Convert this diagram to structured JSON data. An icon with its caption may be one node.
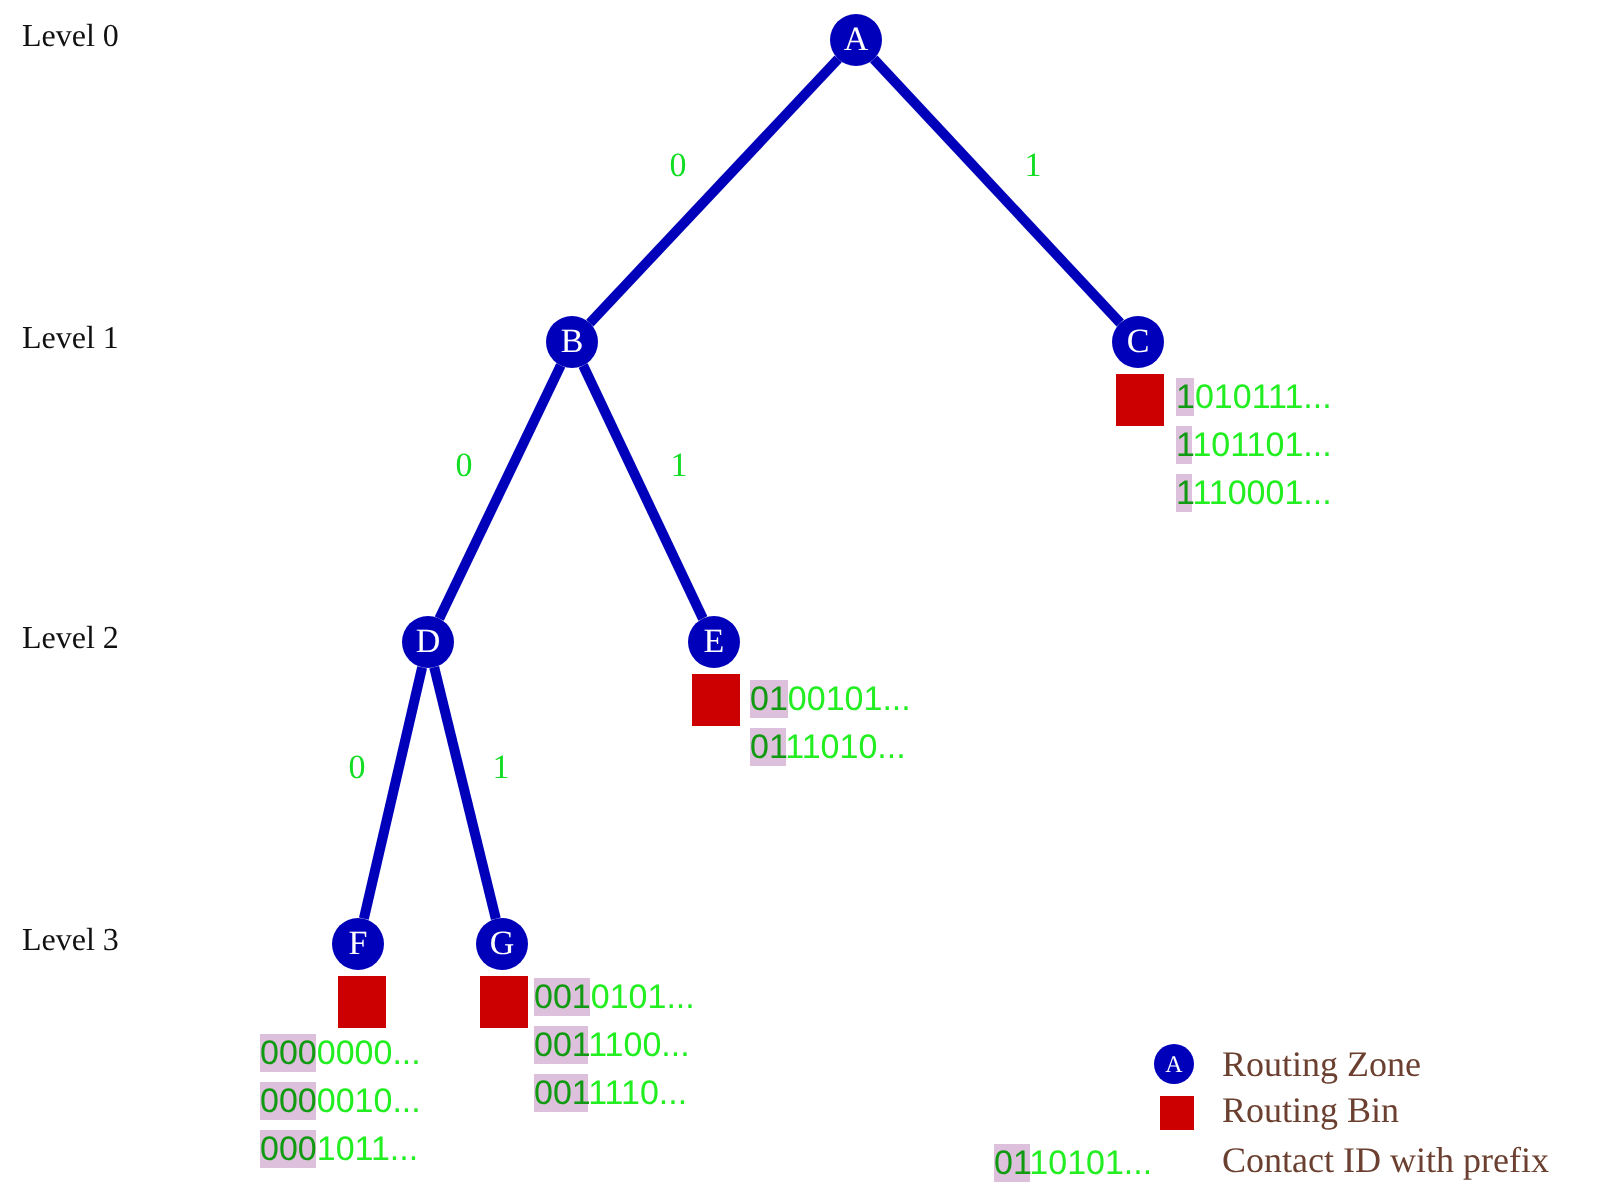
{
  "diagram": {
    "nodes": [
      {
        "text": [
          "A"
        ]
      },
      {
        "text": [
          "B"
        ]
      },
      {
        "text": [
          "C"
        ]
      },
      {
        "text": [],
        "shape": "box",
        "beside": [
          "**1**010111...",
          "**1**101101...",
          "**1**110001..."
        ]
      },
      {
        "text": [
          "D"
        ]
      },
      {
        "text": [
          "E"
        ]
      },
      {
        "text": [],
        "shape": "box",
        "beside": [
          "**01**00101...",
          "**01**11010..."
        ]
      },
      {
        "text": [
          "F"
        ]
      },
      {
        "text": [
          "G"
        ]
      },
      {
        "text": [],
        "shape": "box",
        "beside": [
          "**000**0000...",
          "**000**0010...",
          "**000**1011..."
        ]
      },
      {
        "text": [],
        "shape": "box",
        "beside": [
          "**001**0101...",
          "**001**1100...",
          "**001**1110..."
        ]
      }
    ],
    "edges": [
      {
        "from": 0,
        "to": 1,
        "arrow": "none",
        "label": "0"
      },
      {
        "from": 0,
        "to": 2,
        "arrow": "none",
        "label": "1"
      },
      {
        "from": 1,
        "to": 4,
        "arrow": "none",
        "label": "0"
      },
      {
        "from": 1,
        "to": 5,
        "arrow": "none",
        "label": "1"
      },
      {
        "from": 4,
        "to": 7,
        "arrow": "none",
        "label": "0"
      },
      {
        "from": 4,
        "to": 8,
        "arrow": "none",
        "label": "1"
      }
    ],
    "labels": [
      "Level 0",
      "Level 1",
      "Level 2",
      "Level 3",
      "A",
      "**01**10101..."
    ],
    "legend": [
      {
        "text": "Routing Zone"
      },
      {
        "text": "Routing Bin",
        "color": "#cc0000"
      },
      {
        "text": "Contact ID with prefix"
      }
    ]
  }
}
